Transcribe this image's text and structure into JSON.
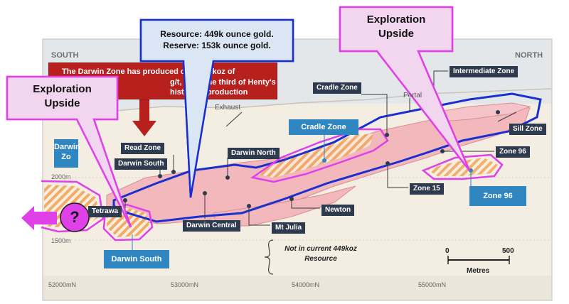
{
  "directions": {
    "south": "SOUTH",
    "north": "NORTH"
  },
  "banner": {
    "line1": "The Darwin Zone has produced over 655koz of",
    "line2": "g/t, over one third of Henty's",
    "line3": "historical production"
  },
  "resource_box": {
    "line1": "Resource: 449k ounce gold.",
    "line2": "Reserve: 153k ounce gold."
  },
  "callouts": {
    "left": {
      "line1": "Exploration",
      "line2": "Upside"
    },
    "right": {
      "line1": "Exploration",
      "line2": "Upside"
    }
  },
  "dark_labels": {
    "read_zone": "Read Zone",
    "darwin_south_upper": "Darwin South",
    "darwin_north": "Darwin North",
    "cradle_zone": "Cradle Zone",
    "intermediate_zone": "Intermediate Zone",
    "sill_zone": "Sill Zone",
    "zone_96_dark": "Zone 96",
    "zone_15": "Zone 15",
    "newton": "Newton",
    "mt_julia": "Mt Julia",
    "darwin_central": "Darwin Central",
    "tetrawa": "Tetrawa"
  },
  "blue_labels": {
    "cradle_zone_blue": "Cradle Zone",
    "zone_96_blue": "Zone 96",
    "darwin_south_blue": "Darwin South",
    "darwin_zone_left_1": "Darwin",
    "darwin_zone_left_2": "Zo"
  },
  "plain_labels": {
    "exhaust": "Exhaust",
    "portal": "Portal"
  },
  "question_mark": "?",
  "note": {
    "line1": "Not in current 449koz",
    "line2": "Resource"
  },
  "scale": {
    "zero": "0",
    "five_hundred": "500",
    "unit": "Metres"
  },
  "axis": {
    "elev_2000": "2000m",
    "elev_1500": "1500m",
    "x_52000": "52000mN",
    "x_53000": "53000mN",
    "x_54000": "54000mN",
    "x_55000": "55000mN"
  },
  "colors": {
    "magenta": "#e040e8",
    "blue_outline": "#1a2fd0",
    "banner_red": "#b8201e",
    "orebody_pink": "#f2b8bc",
    "ground": "#f1e7d6",
    "callout_fill": "#f2d5ef"
  }
}
